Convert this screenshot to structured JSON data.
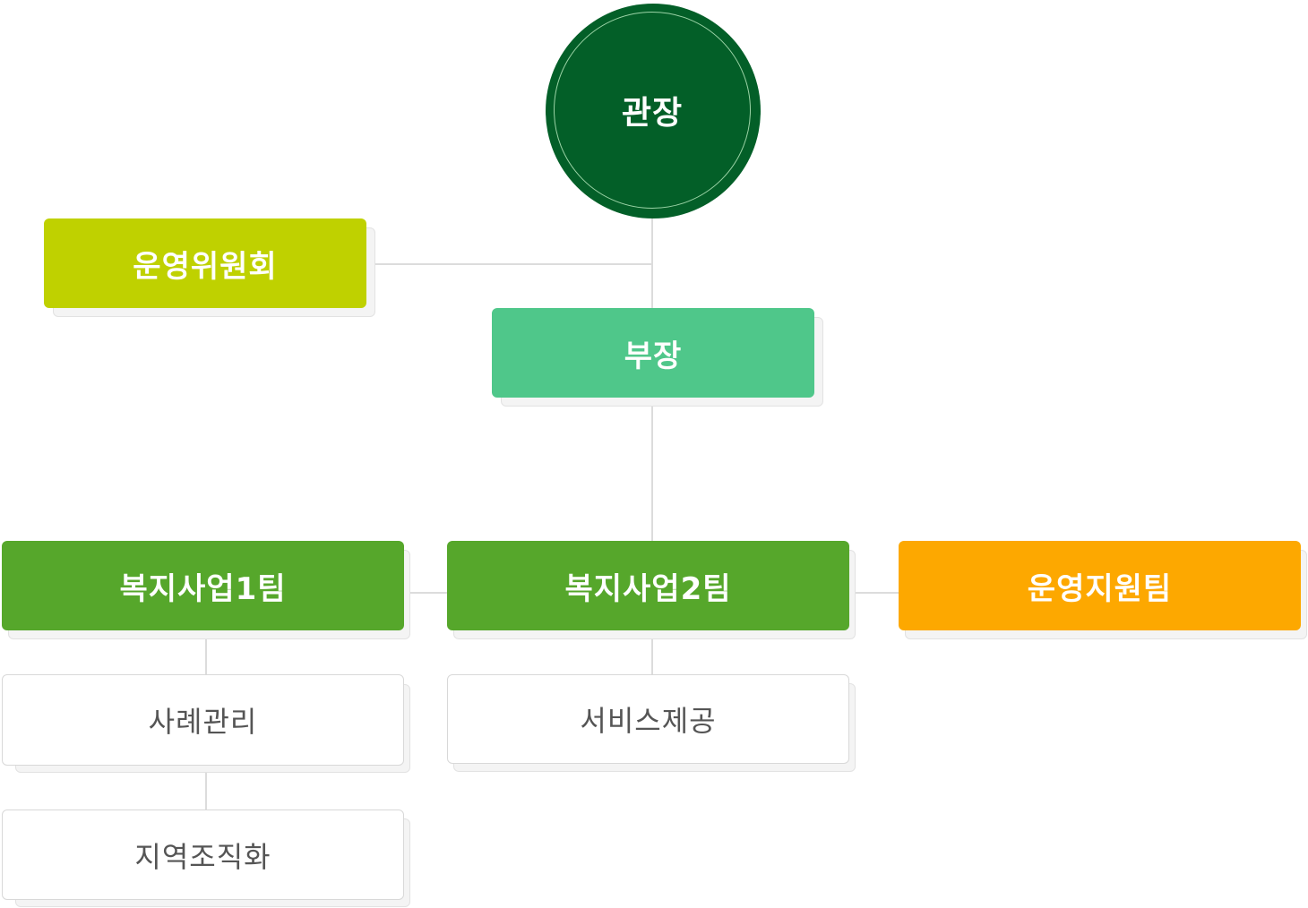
{
  "org_chart": {
    "director": "관장",
    "committee": "운영위원회",
    "deputy": "부장",
    "teams": [
      {
        "name": "복지사업1팀",
        "units": [
          "사례관리",
          "지역조직화"
        ]
      },
      {
        "name": "복지사업2팀",
        "units": [
          "서비스제공"
        ]
      },
      {
        "name": "운영지원팀",
        "units": []
      }
    ]
  },
  "colors": {
    "director": "#035f28",
    "committee": "#bfd100",
    "deputy": "#4fc78a",
    "welfare_team": "#56a72b",
    "support_team": "#fda800"
  }
}
